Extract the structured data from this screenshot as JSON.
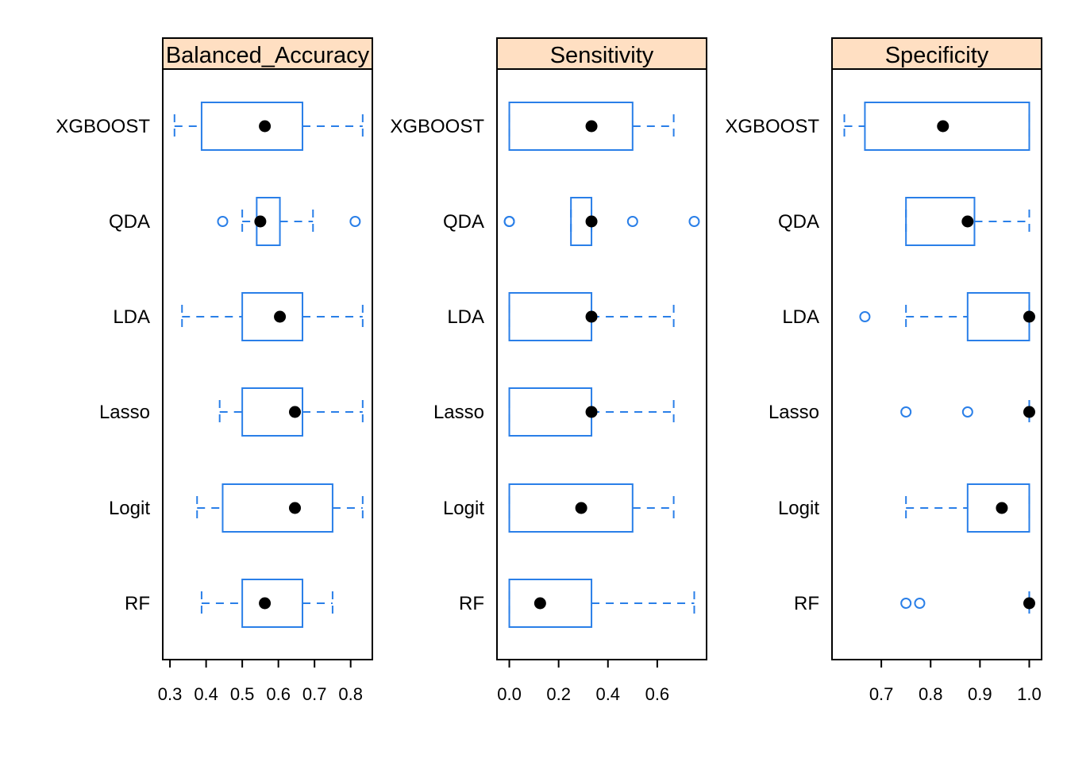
{
  "chart_data": {
    "type": "box",
    "layout": "three panels side by side, horizontal box-and-whisker plots",
    "categories": [
      "XGBOOST",
      "QDA",
      "LDA",
      "Lasso",
      "Logit",
      "RF"
    ],
    "colors": {
      "box": "#2a7fe8",
      "median_dot": "#000000",
      "strip_fill": "#ffdfc2",
      "frame": "#000000"
    },
    "panels": [
      {
        "title": "Balanced_Accuracy",
        "xlim": [
          0.28,
          0.86
        ],
        "ticks": [
          0.3,
          0.4,
          0.5,
          0.6,
          0.7,
          0.8
        ],
        "tick_labels": [
          "0.3",
          "0.4",
          "0.5",
          "0.6",
          "0.7",
          "0.8"
        ],
        "boxes": [
          {
            "model": "XGBOOST",
            "whisker_low": 0.3125,
            "q1": 0.3875,
            "median": 0.5625,
            "q3": 0.6667,
            "whisker_high": 0.8333,
            "outliers": []
          },
          {
            "model": "QDA",
            "whisker_low": 0.5,
            "q1": 0.54,
            "median": 0.55,
            "q3": 0.6042,
            "whisker_high": 0.6958,
            "outliers": [
              0.4458,
              0.8125
            ]
          },
          {
            "model": "LDA",
            "whisker_low": 0.3333,
            "q1": 0.5,
            "median": 0.6042,
            "q3": 0.6667,
            "whisker_high": 0.8333,
            "outliers": []
          },
          {
            "model": "Lasso",
            "whisker_low": 0.4375,
            "q1": 0.5,
            "median": 0.6458,
            "q3": 0.6667,
            "whisker_high": 0.8333,
            "outliers": []
          },
          {
            "model": "Logit",
            "whisker_low": 0.375,
            "q1": 0.4458,
            "median": 0.6458,
            "q3": 0.75,
            "whisker_high": 0.8333,
            "outliers": []
          },
          {
            "model": "RF",
            "whisker_low": 0.3875,
            "q1": 0.5,
            "median": 0.5625,
            "q3": 0.6667,
            "whisker_high": 0.75,
            "outliers": []
          }
        ]
      },
      {
        "title": "Sensitivity",
        "xlim": [
          -0.05,
          0.8
        ],
        "ticks": [
          0.0,
          0.2,
          0.4,
          0.6
        ],
        "tick_labels": [
          "0.0",
          "0.2",
          "0.4",
          "0.6"
        ],
        "boxes": [
          {
            "model": "XGBOOST",
            "whisker_low": 0.0,
            "q1": 0.0,
            "median": 0.3333,
            "q3": 0.5,
            "whisker_high": 0.6667,
            "outliers": []
          },
          {
            "model": "QDA",
            "whisker_low": 0.25,
            "q1": 0.25,
            "median": 0.3333,
            "q3": 0.3333,
            "whisker_high": 0.3333,
            "outliers": [
              0.0,
              0.0,
              0.5,
              0.75
            ]
          },
          {
            "model": "LDA",
            "whisker_low": 0.0,
            "q1": 0.0,
            "median": 0.3333,
            "q3": 0.3333,
            "whisker_high": 0.6667,
            "outliers": []
          },
          {
            "model": "Lasso",
            "whisker_low": 0.0,
            "q1": 0.0,
            "median": 0.3333,
            "q3": 0.3333,
            "whisker_high": 0.6667,
            "outliers": []
          },
          {
            "model": "Logit",
            "whisker_low": 0.0,
            "q1": 0.0,
            "median": 0.2917,
            "q3": 0.5,
            "whisker_high": 0.6667,
            "outliers": []
          },
          {
            "model": "RF",
            "whisker_low": 0.0,
            "q1": 0.0,
            "median": 0.125,
            "q3": 0.3333,
            "whisker_high": 0.75,
            "outliers": []
          }
        ]
      },
      {
        "title": "Specificity",
        "xlim": [
          0.6,
          1.025
        ],
        "ticks": [
          0.7,
          0.8,
          0.9,
          1.0
        ],
        "tick_labels": [
          "0.7",
          "0.8",
          "0.9",
          "1.0"
        ],
        "boxes": [
          {
            "model": "XGBOOST",
            "whisker_low": 0.625,
            "q1": 0.6667,
            "median": 0.825,
            "q3": 1.0,
            "whisker_high": 1.0,
            "outliers": []
          },
          {
            "model": "QDA",
            "whisker_low": 0.75,
            "q1": 0.75,
            "median": 0.875,
            "q3": 0.8889,
            "whisker_high": 1.0,
            "outliers": []
          },
          {
            "model": "LDA",
            "whisker_low": 0.75,
            "q1": 0.875,
            "median": 1.0,
            "q3": 1.0,
            "whisker_high": 1.0,
            "outliers": [
              0.6667
            ]
          },
          {
            "model": "Lasso",
            "whisker_low": 1.0,
            "q1": 1.0,
            "median": 1.0,
            "q3": 1.0,
            "whisker_high": 1.0,
            "outliers": [
              0.75,
              0.875
            ]
          },
          {
            "model": "Logit",
            "whisker_low": 0.75,
            "q1": 0.875,
            "median": 0.9444,
            "q3": 1.0,
            "whisker_high": 1.0,
            "outliers": []
          },
          {
            "model": "RF",
            "whisker_low": 1.0,
            "q1": 1.0,
            "median": 1.0,
            "q3": 1.0,
            "whisker_high": 1.0,
            "outliers": [
              0.75,
              0.7778
            ]
          }
        ]
      }
    ]
  }
}
